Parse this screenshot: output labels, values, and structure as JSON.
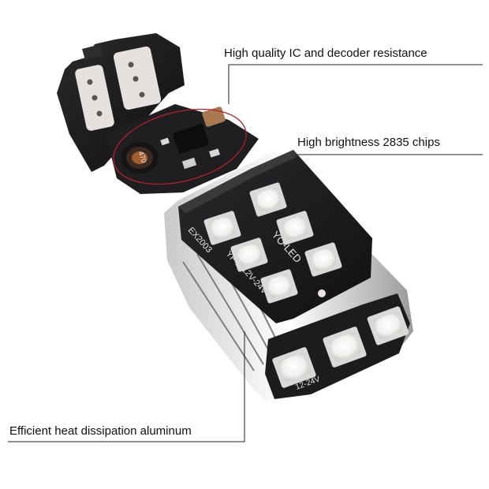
{
  "callouts": {
    "ic": "High quality IC and decoder resistance",
    "chips": "High brightness 2835 chips",
    "heat": "Efficient heat dissipation aluminum"
  },
  "markings": {
    "brand": "YO-LED",
    "model": "YF-2",
    "voltage": "12V-24V",
    "code": "EX2003",
    "inductor": "470",
    "end_voltage": "12-24V"
  },
  "colors": {
    "pcb": "#1c1c1e",
    "pad": "#e8e3e1",
    "pad_red": "#d64d4f",
    "led": "#f4f6f2",
    "highlight_ring": "#b3202a"
  }
}
